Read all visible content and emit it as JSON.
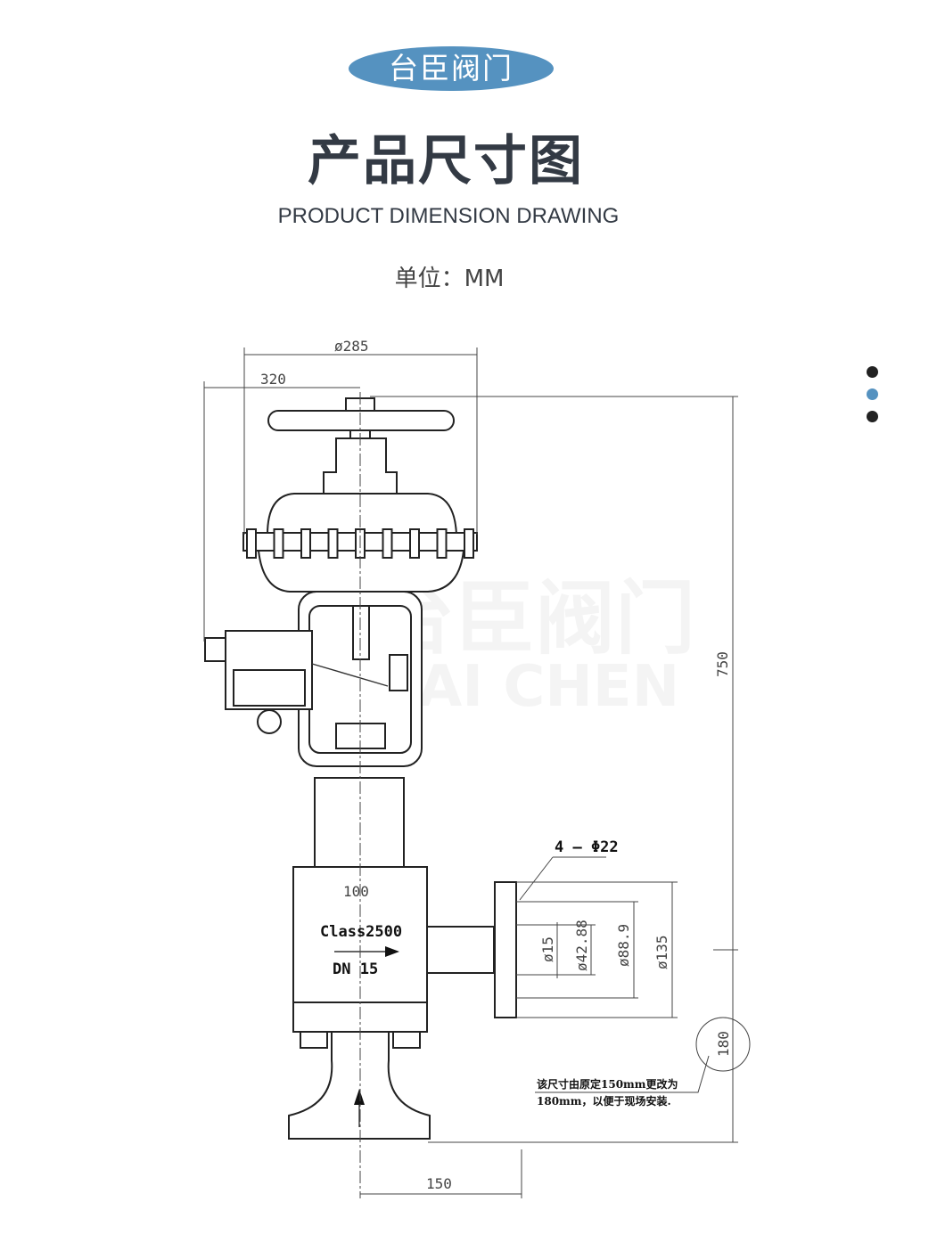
{
  "header": {
    "brand": "台臣阀门",
    "title": "产品尺寸图",
    "subtitle": "PRODUCT DIMENSION DRAWING",
    "unit": "单位：MM"
  },
  "pagination": {
    "count": 3,
    "active": 2,
    "colors": {
      "active": "#5592c0",
      "inactive": "#222222"
    }
  },
  "drawing": {
    "watermark": {
      "cn": "台臣阀门",
      "en": "TAI CHEN"
    },
    "dimensions": {
      "top_diameter": "ø285",
      "handwheel_offset": "320",
      "overall_height": "750",
      "bolt_holes": "4 – Φ22",
      "body_width": "100",
      "pressure_class": "Class2500",
      "nominal_size": "DN 15",
      "d1": "ø15",
      "d2": "ø42.88",
      "d3": "ø88.9",
      "d4": "ø135",
      "bottom_height": "180",
      "bottom_offset": "150"
    },
    "note_line1": "该尺寸由原定150mm更改为",
    "note_line2": "180mm，以便于现场安装."
  },
  "colors": {
    "brand": "#5592c0",
    "title": "#333a44"
  }
}
